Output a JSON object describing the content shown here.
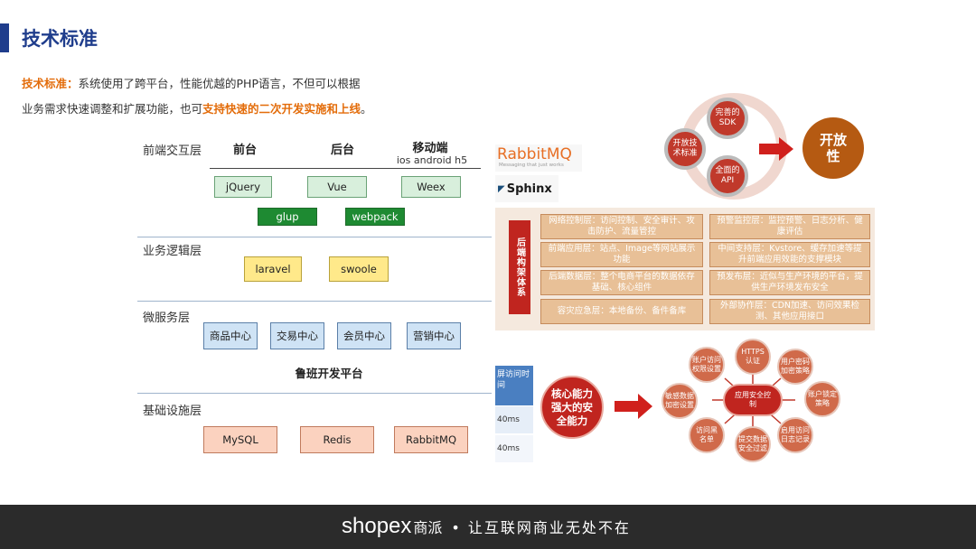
{
  "header": {
    "title": "技术标准"
  },
  "description": {
    "line1_prefix": "技术标准：",
    "line1_text": "系统使用了跨平台，性能优越的PHP语言，不但可以根据",
    "line2_text": "业务需求快速调整和扩展功能，也可",
    "line2_highlight": "支持快速的二次开发实施和上线",
    "line2_end": "。"
  },
  "layers": {
    "frontend": {
      "label": "前端交互层",
      "cols": [
        "前台",
        "后台",
        "移动端"
      ],
      "mobile_sub": "ios  android h5",
      "boxes": [
        "jQuery",
        "Vue",
        "Weex"
      ],
      "dark_boxes": [
        "glup",
        "webpack"
      ]
    },
    "business": {
      "label": "业务逻辑层",
      "boxes": [
        "laravel",
        "swoole"
      ]
    },
    "micro": {
      "label": "微服务层",
      "boxes": [
        "商品中心",
        "交易中心",
        "会员中心",
        "营销中心"
      ],
      "platform": "鲁班开发平台"
    },
    "infra": {
      "label": "基础设施层",
      "boxes": [
        "MySQL",
        "Redis",
        "RabbitMQ"
      ]
    }
  },
  "right_top": {
    "logo_rabbit": "RabbitMQ",
    "logo_rabbit_sub": "Messaging that just works",
    "logo_sphinx": "Sphinx",
    "circles": [
      "完善的SDK",
      "开放技术标准",
      "全面的API"
    ],
    "result": "开放性"
  },
  "backend_system": {
    "label": "后端构架体系",
    "items": [
      "网络控制层：访问控制、安全审计、攻击防护、流量管控",
      "预警监控层：监控预警、日志分析、健康评估",
      "前端应用层：站点、Image等网站展示功能",
      "中间支持层：Kvstore、缓存加速等提升前端应用效能的支撑模块",
      "后端数据层：整个电商平台的数据依存基础、核心组件",
      "预发布层：近似与生产环境的平台，提供生产环境发布安全",
      "容灾应急层：本地备份、备件备库",
      "外部协作层：CDN加速、访问效果检测、其他应用接口"
    ]
  },
  "bottom_right": {
    "table_header": "屏访问时间",
    "table_rows": [
      "40ms",
      "40ms"
    ],
    "core": "核心能力强大的安全能力",
    "center": "应用安全控制",
    "nodes": [
      "HTTPS认证",
      "用户密码加密策略",
      "账户锁定策略",
      "启用访问日志记录",
      "提交数据安全过滤",
      "访问黑名单",
      "敏感数据加密设置",
      "账户访问权限设置"
    ]
  },
  "footer": {
    "brand": "shopex",
    "brand_cn": "商派",
    "slogan": "• 让互联网商业无处不在"
  }
}
